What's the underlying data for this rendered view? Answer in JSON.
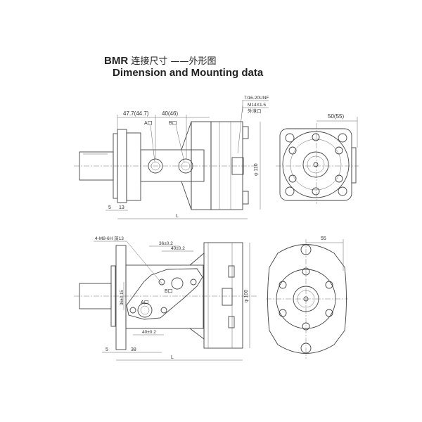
{
  "title": {
    "model": "BMR",
    "cn_label": "连接尺寸 ——外形图",
    "en_label": "Dimension and Mounting data"
  },
  "top_view": {
    "dims": {
      "port_a_offset": "47.7(44.7)",
      "port_spacing": "40(46)",
      "flange_thk": "5",
      "flange_len": "13",
      "length": "L",
      "diameter": "φ 110",
      "front_offset": "50(55)"
    },
    "ports": {
      "a": "A口",
      "b": "B口"
    },
    "drain": {
      "thread1": "7/16-20UNF",
      "thread2": "M14X1.5",
      "label": "外泄口"
    }
  },
  "bottom_view": {
    "dims": {
      "mount_thread": "4-M8-6H 深13",
      "d1": "36±0.2",
      "d2": "40±0.2",
      "d3": "36±0.15",
      "d4": "40±0.2",
      "flange_thk": "5",
      "shaft_len": "38",
      "length": "L",
      "diameter": "φ 100",
      "front_offset": "55"
    },
    "ports": {
      "a": "A口",
      "b": "B口"
    }
  }
}
